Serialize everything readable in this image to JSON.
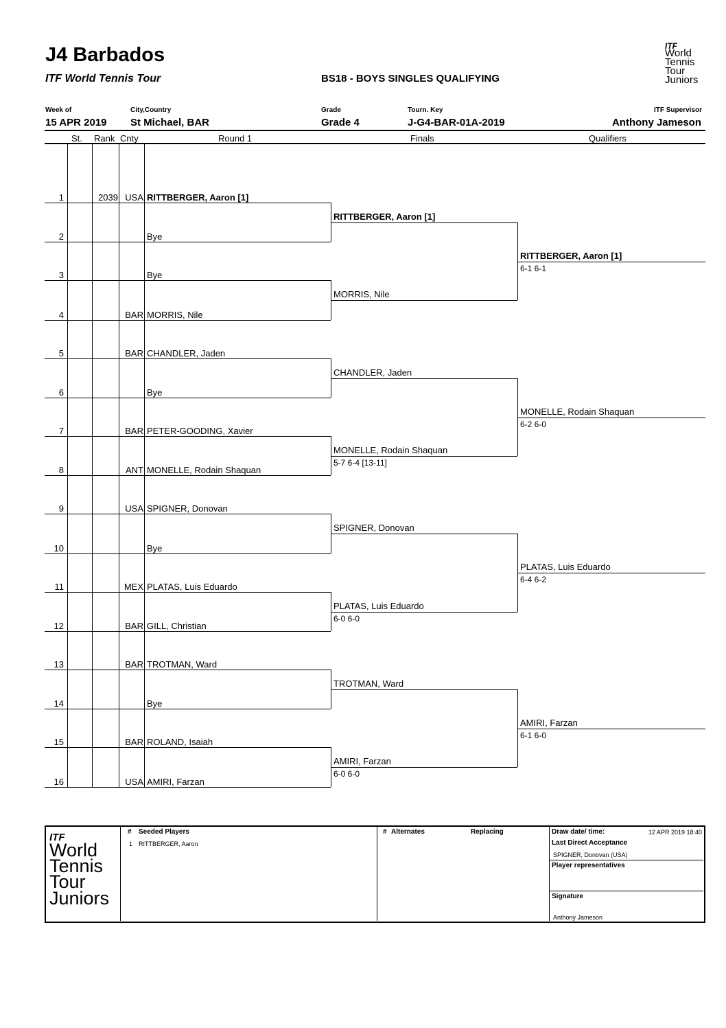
{
  "header": {
    "title": "J4 Barbados",
    "subtitle": "ITF World Tennis Tour",
    "event": "BS18 -  BOYS SINGLES QUALIFYING",
    "logo_lines": [
      "ITF",
      "World",
      "Tennis",
      "Tour",
      "Juniors"
    ]
  },
  "info": {
    "week_label": "Week of",
    "week_value": "15 APR 2019",
    "city_label": "City,Country",
    "city_value": "St Michael, BAR",
    "grade_label": "Grade",
    "grade_value": "Grade 4",
    "key_label": "Tourn. Key",
    "key_value": "J-G4-BAR-01A-2019",
    "supervisor_label": "ITF Supervisor",
    "supervisor_value": "Anthony Jameson"
  },
  "columns": {
    "st": "St.",
    "rank": "Rank",
    "cnty": "Cnty",
    "round1": "Round 1",
    "finals": "Finals",
    "qualifiers": "Qualifiers"
  },
  "entries": [
    {
      "num": "1",
      "rank": "2039",
      "cnty": "USA",
      "name": "RITTBERGER, Aaron [1]",
      "seed": true
    },
    {
      "num": "2",
      "rank": "",
      "cnty": "",
      "name": "Bye",
      "seed": false
    },
    {
      "num": "3",
      "rank": "",
      "cnty": "",
      "name": "Bye",
      "seed": false
    },
    {
      "num": "4",
      "rank": "",
      "cnty": "BAR",
      "name": "MORRIS, Nile",
      "seed": false
    },
    {
      "num": "5",
      "rank": "",
      "cnty": "BAR",
      "name": "CHANDLER, Jaden",
      "seed": false
    },
    {
      "num": "6",
      "rank": "",
      "cnty": "",
      "name": "Bye",
      "seed": false
    },
    {
      "num": "7",
      "rank": "",
      "cnty": "BAR",
      "name": "PETER-GOODING, Xavier",
      "seed": false
    },
    {
      "num": "8",
      "rank": "",
      "cnty": "ANT",
      "name": "MONELLE, Rodain Shaquan",
      "seed": false
    },
    {
      "num": "9",
      "rank": "",
      "cnty": "USA",
      "name": "SPIGNER, Donovan",
      "seed": false
    },
    {
      "num": "10",
      "rank": "",
      "cnty": "",
      "name": "Bye",
      "seed": false
    },
    {
      "num": "11",
      "rank": "",
      "cnty": "MEX",
      "name": "PLATAS, Luis Eduardo",
      "seed": false
    },
    {
      "num": "12",
      "rank": "",
      "cnty": "BAR",
      "name": "GILL, Christian",
      "seed": false
    },
    {
      "num": "13",
      "rank": "",
      "cnty": "BAR",
      "name": "TROTMAN, Ward",
      "seed": false
    },
    {
      "num": "14",
      "rank": "",
      "cnty": "",
      "name": "Bye",
      "seed": false
    },
    {
      "num": "15",
      "rank": "",
      "cnty": "BAR",
      "name": "ROLAND, Isaiah",
      "seed": false
    },
    {
      "num": "16",
      "rank": "",
      "cnty": "USA",
      "name": "AMIRI, Farzan",
      "seed": false
    }
  ],
  "finals": [
    {
      "name": "RITTBERGER, Aaron [1]",
      "score": "",
      "seed": true
    },
    {
      "name": "MORRIS, Nile",
      "score": "",
      "seed": false
    },
    {
      "name": "CHANDLER, Jaden",
      "score": "",
      "seed": false
    },
    {
      "name": "MONELLE, Rodain Shaquan",
      "score": "5-7 6-4 [13-11]",
      "seed": false
    },
    {
      "name": "SPIGNER, Donovan",
      "score": "",
      "seed": false
    },
    {
      "name": "PLATAS, Luis Eduardo",
      "score": "6-0 6-0",
      "seed": false
    },
    {
      "name": "TROTMAN, Ward",
      "score": "",
      "seed": false
    },
    {
      "name": "AMIRI, Farzan",
      "score": "6-0 6-0",
      "seed": false
    }
  ],
  "qualifiers": [
    {
      "name": "RITTBERGER, Aaron [1]",
      "score": "6-1 6-1",
      "seed": true
    },
    {
      "name": "MONELLE, Rodain Shaquan",
      "score": "6-2 6-0",
      "seed": false
    },
    {
      "name": "PLATAS, Luis Eduardo",
      "score": "6-4 6-2",
      "seed": false
    },
    {
      "name": "AMIRI, Farzan",
      "score": "6-1 6-0",
      "seed": false
    }
  ],
  "footer": {
    "seeded_hash": "#",
    "seeded_label": "Seeded Players",
    "seeded": [
      {
        "num": "1",
        "name": "RITTBERGER, Aaron"
      }
    ],
    "alt_hash": "#",
    "alternates_label": "Alternates",
    "replacing_label": "Replacing",
    "draw_date_label": "Draw date/ time:",
    "draw_date_value": "12 APR 2019 18:40",
    "lda_label": "Last Direct Acceptance",
    "lda_value": "SPIGNER, Donovan (USA)",
    "player_rep_label": "Player representatives",
    "signature_label": "Signature",
    "signature_value": "Anthony Jameson"
  }
}
